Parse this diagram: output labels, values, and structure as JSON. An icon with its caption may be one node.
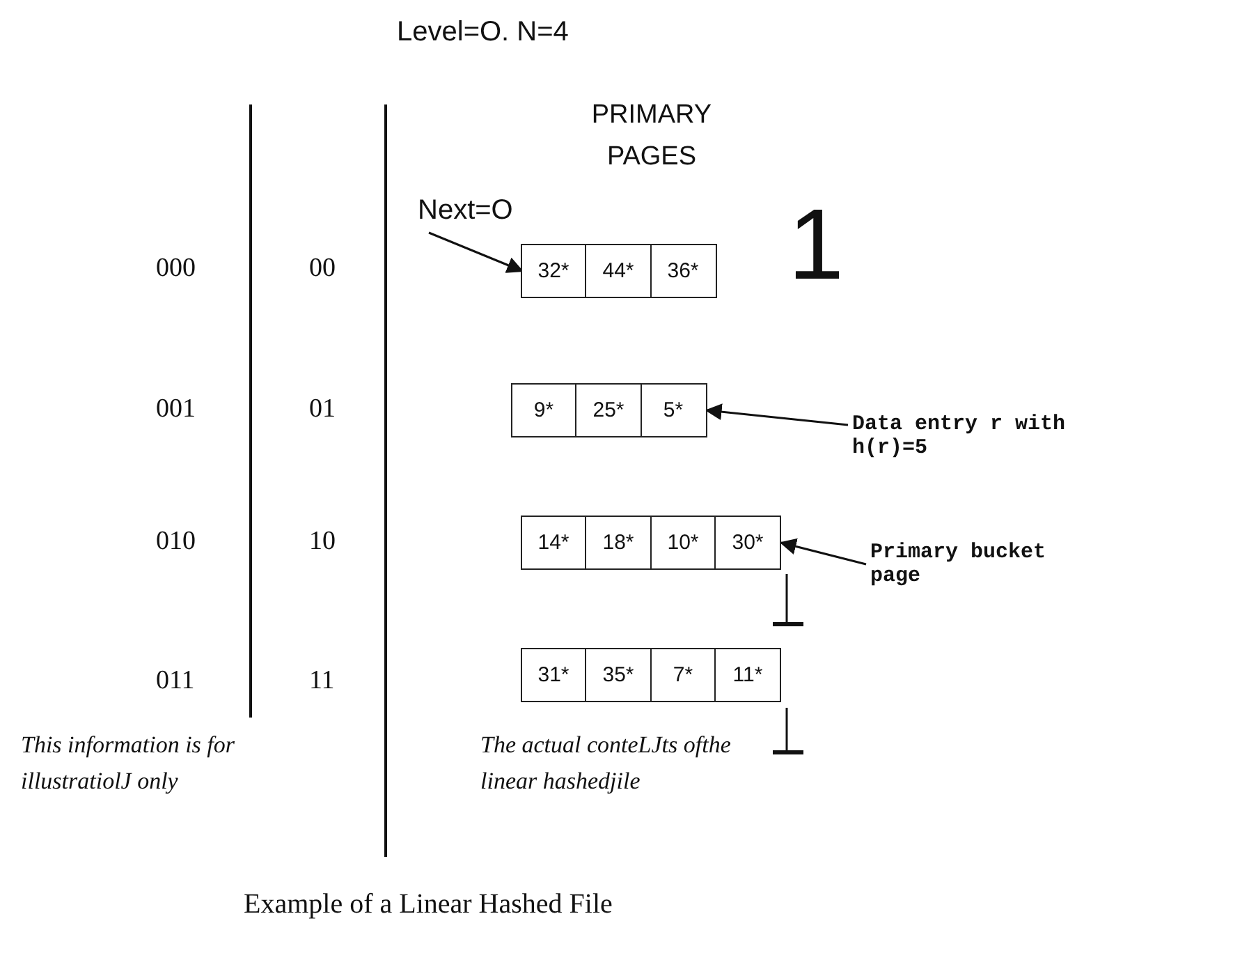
{
  "diagram": {
    "caption": "Example of a Linear Hashed File",
    "nodes": [
      {
        "text": [
          "32*",
          "44*",
          "36*"
        ]
      },
      {
        "text": [
          "9*",
          "25*",
          "5*"
        ]
      },
      {
        "text": [
          "14*",
          "18*",
          "10*",
          "30*"
        ]
      },
      {
        "text": [
          "31*",
          "35*",
          "7*",
          "11*"
        ]
      },
      {
        "text": [
          "Next=O"
        ]
      },
      {
        "text": [
          "Data entry r with h(r)=5"
        ]
      },
      {
        "text": [
          "Primary bucket page"
        ]
      }
    ],
    "edges": [
      {
        "from": 4,
        "to": 0,
        "arrow": "to"
      },
      {
        "from": 5,
        "to": 1,
        "arrow": "to"
      },
      {
        "from": 6,
        "to": 2,
        "arrow": "to"
      }
    ],
    "labels": [
      "Level=O. N=4",
      "PRIMARY PAGES",
      "000",
      "00",
      "1",
      "001",
      "01",
      "010",
      "10",
      "011",
      "11",
      "This information is for illustratiolJ only",
      "The actual conteLJts ofthe linear hashedjile"
    ]
  }
}
